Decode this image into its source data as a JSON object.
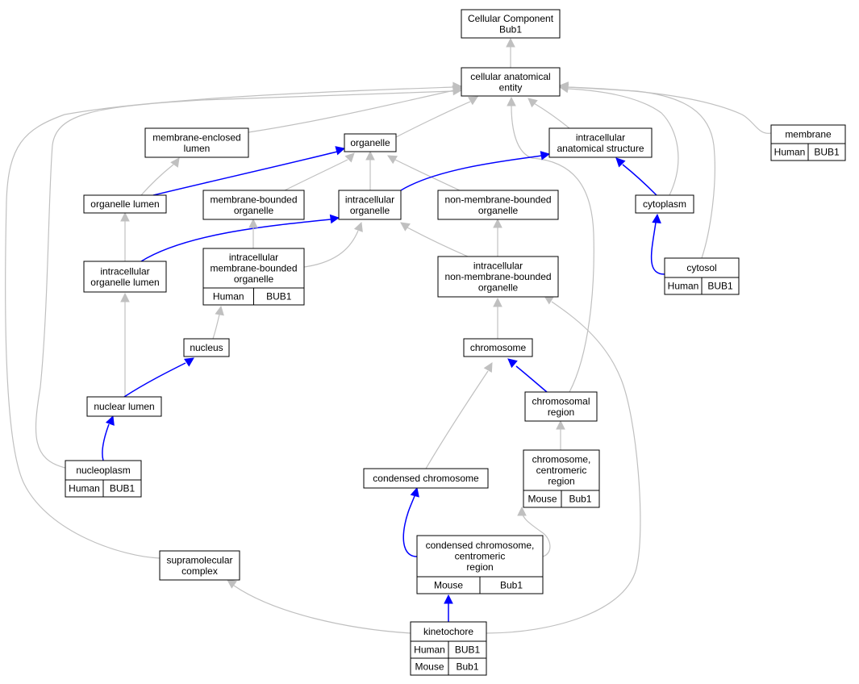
{
  "colors": {
    "is_a_edge": "#c0c0c0",
    "part_of_edge": "#0000ff",
    "human_cell": "#fa6547",
    "mouse_cell": "#add8e6",
    "node_border": "#000000",
    "background": "#ffffff"
  },
  "nodes": [
    {
      "id": "cc",
      "lines": [
        "Cellular Component",
        "Bub1"
      ],
      "table": []
    },
    {
      "id": "cae",
      "lines": [
        "cellular anatomical",
        "entity"
      ],
      "table": []
    },
    {
      "id": "mel",
      "lines": [
        "membrane-enclosed",
        "lumen"
      ],
      "table": []
    },
    {
      "id": "org",
      "lines": [
        "organelle"
      ],
      "table": []
    },
    {
      "id": "ias",
      "lines": [
        "intracellular",
        "anatomical structure"
      ],
      "table": []
    },
    {
      "id": "mem",
      "lines": [
        "membrane"
      ],
      "table": [
        {
          "species": "Human",
          "gene": "BUB1"
        }
      ]
    },
    {
      "id": "orgl",
      "lines": [
        "organelle lumen"
      ],
      "table": []
    },
    {
      "id": "mbo",
      "lines": [
        "membrane-bounded",
        "organelle"
      ],
      "table": []
    },
    {
      "id": "io",
      "lines": [
        "intracellular",
        "organelle"
      ],
      "table": []
    },
    {
      "id": "nmbo",
      "lines": [
        "non-membrane-bounded",
        "organelle"
      ],
      "table": []
    },
    {
      "id": "cyto",
      "lines": [
        "cytoplasm"
      ],
      "table": []
    },
    {
      "id": "iol",
      "lines": [
        "intracellular",
        "organelle lumen"
      ],
      "table": []
    },
    {
      "id": "imbo",
      "lines": [
        "intracellular",
        "membrane-bounded",
        "organelle"
      ],
      "table": [
        {
          "species": "Human",
          "gene": "BUB1"
        }
      ]
    },
    {
      "id": "inmbo",
      "lines": [
        "intracellular",
        "non-membrane-bounded",
        "organelle"
      ],
      "table": []
    },
    {
      "id": "cytosol",
      "lines": [
        "cytosol"
      ],
      "table": [
        {
          "species": "Human",
          "gene": "BUB1"
        }
      ]
    },
    {
      "id": "nuc",
      "lines": [
        "nucleus"
      ],
      "table": []
    },
    {
      "id": "chr",
      "lines": [
        "chromosome"
      ],
      "table": []
    },
    {
      "id": "nl",
      "lines": [
        "nuclear lumen"
      ],
      "table": []
    },
    {
      "id": "chrr",
      "lines": [
        "chromosomal",
        "region"
      ],
      "table": []
    },
    {
      "id": "np",
      "lines": [
        "nucleoplasm"
      ],
      "table": [
        {
          "species": "Human",
          "gene": "BUB1"
        }
      ]
    },
    {
      "id": "cdc",
      "lines": [
        "condensed chromosome"
      ],
      "table": []
    },
    {
      "id": "ccr",
      "lines": [
        "chromosome,",
        "centromeric",
        "region"
      ],
      "table": [
        {
          "species": "Mouse",
          "gene": "Bub1"
        }
      ]
    },
    {
      "id": "cccr",
      "lines": [
        "condensed chromosome,",
        "centromeric",
        "region"
      ],
      "table": [
        {
          "species": "Mouse",
          "gene": "Bub1"
        }
      ]
    },
    {
      "id": "smc",
      "lines": [
        "supramolecular",
        "complex"
      ],
      "table": []
    },
    {
      "id": "kin",
      "lines": [
        "kinetochore"
      ],
      "table": [
        {
          "species": "Human",
          "gene": "BUB1"
        },
        {
          "species": "Mouse",
          "gene": "Bub1"
        }
      ]
    }
  ],
  "edges": [
    {
      "from": "cae",
      "to": "cc",
      "relation": "is_a"
    },
    {
      "from": "mel",
      "to": "cae",
      "relation": "is_a"
    },
    {
      "from": "org",
      "to": "cae",
      "relation": "is_a"
    },
    {
      "from": "ias",
      "to": "cae",
      "relation": "is_a"
    },
    {
      "from": "mem",
      "to": "cae",
      "relation": "is_a"
    },
    {
      "from": "cyto",
      "to": "cae",
      "relation": "is_a"
    },
    {
      "from": "cytosol",
      "to": "cae",
      "relation": "is_a"
    },
    {
      "from": "chrr",
      "to": "cae",
      "relation": "is_a"
    },
    {
      "from": "np",
      "to": "cae",
      "relation": "is_a"
    },
    {
      "from": "smc",
      "to": "cae",
      "relation": "is_a"
    },
    {
      "from": "orgl",
      "to": "mel",
      "relation": "is_a"
    },
    {
      "from": "orgl",
      "to": "org",
      "relation": "part_of"
    },
    {
      "from": "mbo",
      "to": "org",
      "relation": "is_a"
    },
    {
      "from": "io",
      "to": "org",
      "relation": "is_a"
    },
    {
      "from": "nmbo",
      "to": "org",
      "relation": "is_a"
    },
    {
      "from": "io",
      "to": "ias",
      "relation": "part_of"
    },
    {
      "from": "cyto",
      "to": "ias",
      "relation": "part_of"
    },
    {
      "from": "iol",
      "to": "orgl",
      "relation": "is_a"
    },
    {
      "from": "iol",
      "to": "io",
      "relation": "part_of"
    },
    {
      "from": "imbo",
      "to": "mbo",
      "relation": "is_a"
    },
    {
      "from": "imbo",
      "to": "io",
      "relation": "is_a"
    },
    {
      "from": "inmbo",
      "to": "io",
      "relation": "is_a"
    },
    {
      "from": "inmbo",
      "to": "nmbo",
      "relation": "is_a"
    },
    {
      "from": "cytosol",
      "to": "cyto",
      "relation": "part_of"
    },
    {
      "from": "nuc",
      "to": "imbo",
      "relation": "is_a"
    },
    {
      "from": "chr",
      "to": "inmbo",
      "relation": "is_a"
    },
    {
      "from": "kin",
      "to": "inmbo",
      "relation": "is_a"
    },
    {
      "from": "nl",
      "to": "iol",
      "relation": "is_a"
    },
    {
      "from": "nl",
      "to": "nuc",
      "relation": "part_of"
    },
    {
      "from": "chrr",
      "to": "chr",
      "relation": "part_of"
    },
    {
      "from": "np",
      "to": "nl",
      "relation": "part_of"
    },
    {
      "from": "cdc",
      "to": "chr",
      "relation": "is_a"
    },
    {
      "from": "ccr",
      "to": "chrr",
      "relation": "is_a"
    },
    {
      "from": "cccr",
      "to": "cdc",
      "relation": "part_of"
    },
    {
      "from": "cccr",
      "to": "ccr",
      "relation": "is_a"
    },
    {
      "from": "kin",
      "to": "cccr",
      "relation": "part_of"
    },
    {
      "from": "kin",
      "to": "smc",
      "relation": "is_a"
    }
  ]
}
